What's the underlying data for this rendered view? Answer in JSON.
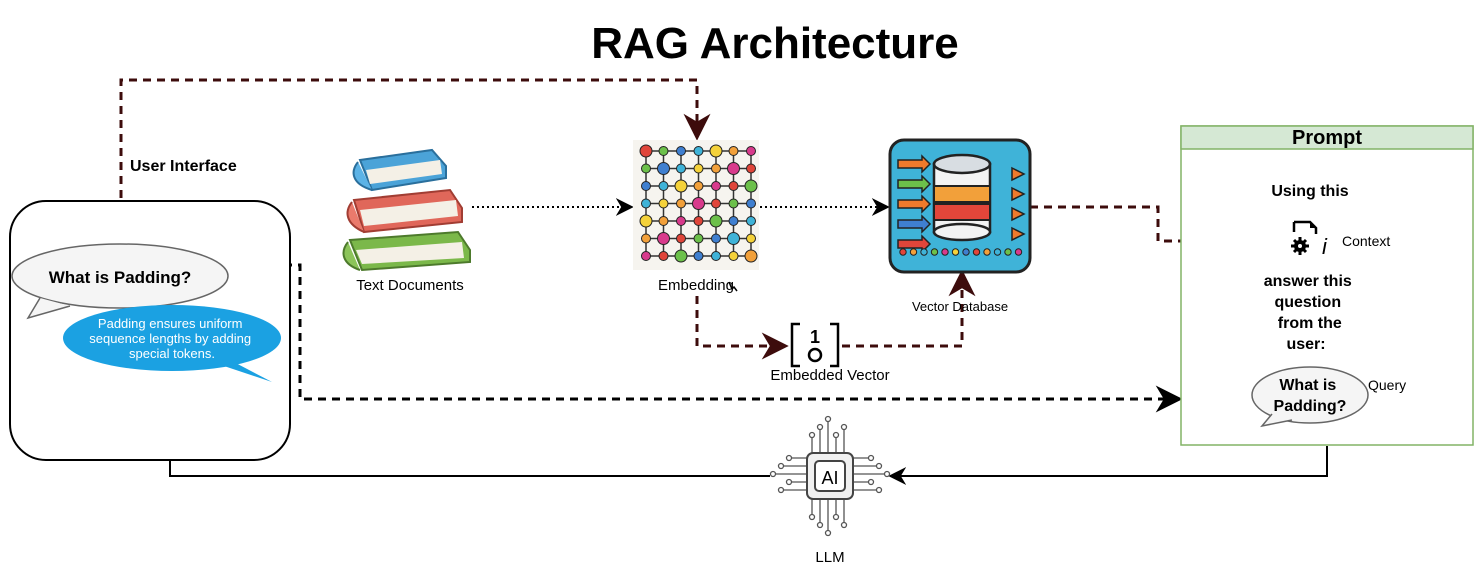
{
  "title": "RAG Architecture",
  "user_interface": {
    "label": "User Interface",
    "question": "What is Padding?",
    "answer_lines": [
      "Padding ensures uniform",
      "sequence lengths by adding",
      "special tokens."
    ]
  },
  "nodes": {
    "documents": "Text Documents",
    "embedding": "Embedding",
    "vector_db": "Vector Database",
    "embedded_vector": "Embedded Vector",
    "llm": "LLM",
    "llm_chip": "AI",
    "vector_icon_digit": "1"
  },
  "prompt": {
    "header": "Prompt",
    "using": "Using this",
    "context": "Context",
    "answer_lines": [
      "answer this",
      "question",
      "from the",
      "user:"
    ],
    "query": "Query",
    "question_lines": [
      "What is",
      "Padding?"
    ]
  },
  "colors": {
    "dashed_arrow": "#3d0c0c",
    "prompt_border": "#82b366",
    "prompt_header": "#d5e8d4",
    "answer_bubble": "#1ba1e2",
    "question_bubble": "#f5f5f5"
  }
}
